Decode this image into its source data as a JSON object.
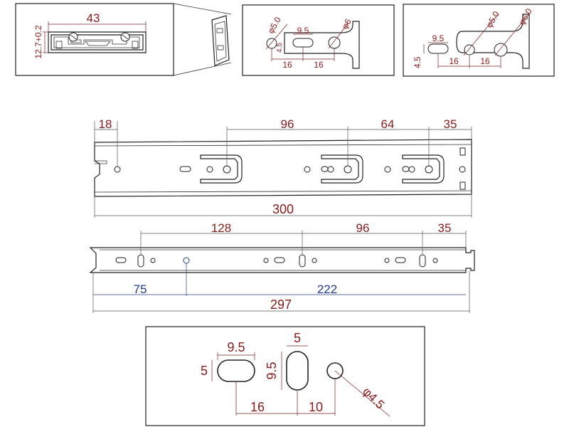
{
  "colors": {
    "dimension_text": "#8b1a1a",
    "secondary_dimension_text": "#203c88",
    "outline": "#222222"
  },
  "detail_views": {
    "section": {
      "width": "43",
      "height": "12.7+0.2"
    },
    "slot_detail": {
      "diameter_left": "φ5.0",
      "slot_width": "9.5",
      "diameter_right": "φ6",
      "spacing_1": "16",
      "spacing_2": "16",
      "offset": "4.5"
    },
    "hole_detail": {
      "slot_width": "9.5",
      "slot_height": "4.5",
      "diameter_1": "φ5.0",
      "diameter_2": "φ6.0",
      "spacing_1": "16",
      "spacing_2": "16"
    }
  },
  "rail_top": {
    "dim_left": "18",
    "dim_a": "96",
    "dim_b": "64",
    "dim_c": "35",
    "overall": "300"
  },
  "rail_middle": {
    "dim_a": "128",
    "dim_b": "96",
    "dim_c": "35",
    "dim_left_blue": "75",
    "dim_right_blue": "222",
    "overall": "297"
  },
  "hole_legend": {
    "slot_h_width": "9.5",
    "slot_h_height": "5",
    "slot_v_width": "5",
    "slot_v_height": "9.5",
    "spacing_1": "16",
    "spacing_2": "10",
    "round_hole": "φ4.5"
  }
}
